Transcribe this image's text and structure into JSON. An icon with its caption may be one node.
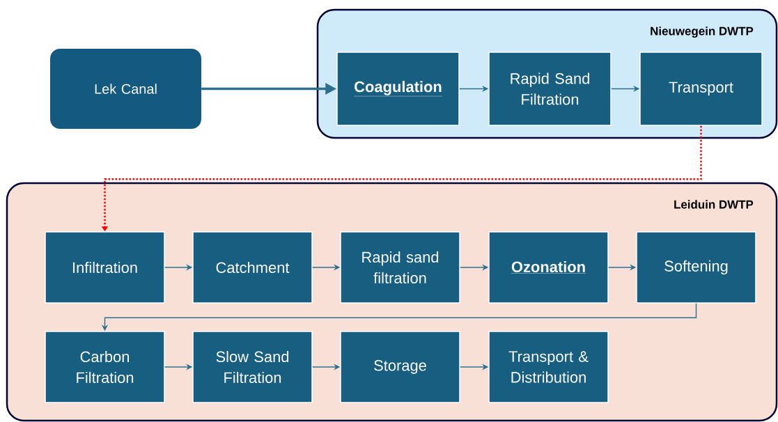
{
  "diagram": {
    "nodes": [
      {
        "text": [
          "Lek Canal"
        ]
      },
      {
        "text": [
          "Nieuwegein DWTP"
        ]
      },
      {
        "text": [
          "Coagulation"
        ],
        "in": 1
      },
      {
        "text": [
          "Rapid Sand Filtration"
        ],
        "in": 1
      },
      {
        "text": [
          "Transport"
        ],
        "in": 1
      },
      {
        "text": [
          "Leiduin DWTP"
        ]
      },
      {
        "text": [
          "Infiltration"
        ],
        "in": 5
      },
      {
        "text": [
          "Catchment"
        ],
        "in": 5
      },
      {
        "text": [
          "Rapid sand filtration"
        ],
        "in": 5
      },
      {
        "text": [
          "Ozonation"
        ],
        "in": 5
      },
      {
        "text": [
          "Softening"
        ],
        "in": 5
      },
      {
        "text": [
          "Carbon Filtration"
        ],
        "in": 5
      },
      {
        "text": [
          "Slow Sand Filtration"
        ],
        "in": 5
      },
      {
        "text": [
          "Storage"
        ],
        "in": 5
      },
      {
        "text": [
          "Transport & Distribution"
        ],
        "in": 5
      }
    ],
    "edges": [
      {
        "from": 0,
        "to": 2,
        "arrow": "to",
        "style": "thick"
      },
      {
        "from": 2,
        "to": 3,
        "arrow": "to"
      },
      {
        "from": 3,
        "to": 4,
        "arrow": "to"
      },
      {
        "from": 4,
        "to": 6,
        "arrow": "to",
        "style": "dashed",
        "color": "#ff0000"
      },
      {
        "from": 6,
        "to": 7,
        "arrow": "to"
      },
      {
        "from": 7,
        "to": 8,
        "arrow": "to"
      },
      {
        "from": 8,
        "to": 9,
        "arrow": "to"
      },
      {
        "from": 9,
        "to": 10,
        "arrow": "to"
      },
      {
        "from": 10,
        "to": 11,
        "arrow": "to"
      },
      {
        "from": 11,
        "to": 12,
        "arrow": "to"
      },
      {
        "from": 12,
        "to": 13,
        "arrow": "to"
      },
      {
        "from": 13,
        "to": 14,
        "arrow": "to"
      }
    ]
  }
}
